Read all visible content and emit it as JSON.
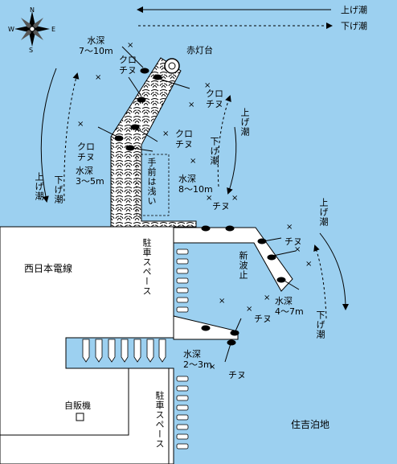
{
  "colors": {
    "water": "#9cd0f0",
    "land": "#ffffff",
    "line": "#000000"
  },
  "icons": [
    "compass-rose-icon",
    "fishing-spot-x-icon",
    "angler-figure-icon",
    "tide-arrow-icon",
    "parked-car-icon",
    "boat-icon"
  ],
  "compass": {
    "n": "N",
    "e": "E",
    "s": "S",
    "w": "W"
  },
  "tide_legend": {
    "rising": "上げ潮",
    "falling": "下げ潮"
  },
  "labels": {
    "lighthouse": "赤灯台",
    "depth_outer": "水深\n7～10m",
    "depth_left": "水深\n3～5m",
    "depth_mid": "水深\n8～10m",
    "depth_right": "水深\n4～7m",
    "depth_inner": "水深\n2～3m",
    "kuro_chinu_1": "クロ\nチヌ",
    "kuro_chinu_2": "クロ\nチヌ",
    "kuro_chinu_3": "クロ\nチヌ",
    "kuro_chinu_4": "クロ\nチヌ",
    "chinu_1": "チヌ",
    "chinu_2": "チヌ",
    "chinu_3": "チヌ",
    "chinu_4": "チヌ",
    "shallow": "手前は浅い",
    "breakwater": "新波止",
    "company": "西日本電線",
    "parking_1": "駐車スペース",
    "parking_2": "駐車スペース",
    "vending": "自販機",
    "anchorage": "住吉泊地",
    "tide_up_left": "上げ潮",
    "tide_down_left": "下げ潮",
    "tide_up_mid": "上げ潮",
    "tide_down_mid": "下げ潮",
    "tide_up_right": "上げ潮",
    "tide_down_right": "下げ潮"
  },
  "marker_glyph": "×"
}
